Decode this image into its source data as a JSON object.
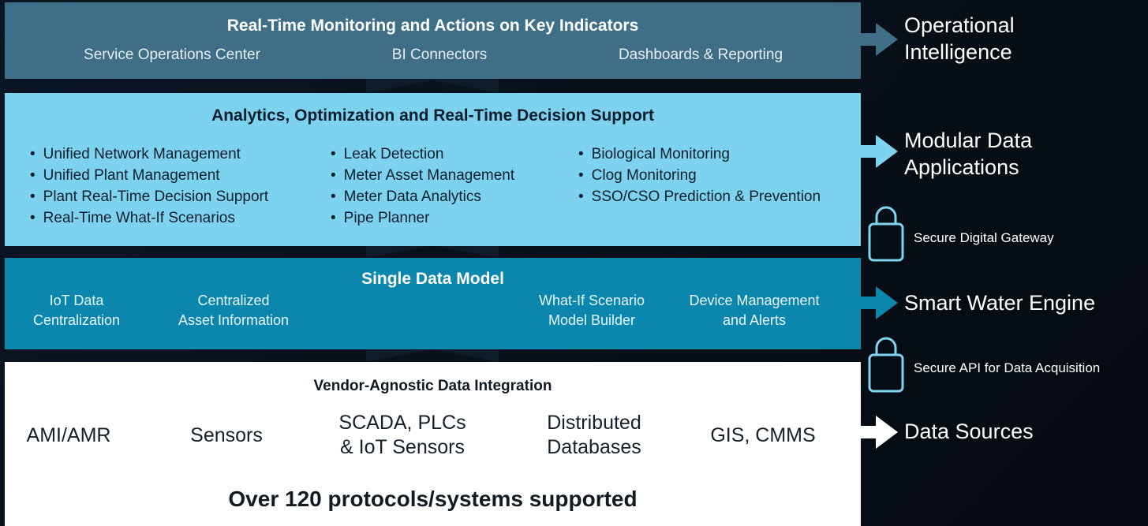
{
  "layers": {
    "operational": {
      "title": "Real-Time Monitoring and Actions on Key Indicators",
      "items": [
        "Service Operations Center",
        "BI Connectors",
        "Dashboards & Reporting"
      ]
    },
    "analytics": {
      "title": "Analytics, Optimization and Real-Time Decision Support",
      "col1": [
        "Unified Network Management",
        "Unified Plant Management",
        "Plant Real-Time Decision Support",
        "Real-Time What-If Scenarios"
      ],
      "col2": [
        "Leak Detection",
        "Meter Asset Management",
        "Meter Data Analytics",
        "Pipe Planner"
      ],
      "col3": [
        "Biological Monitoring",
        "Clog Monitoring",
        "SSO/CSO Prediction & Prevention"
      ]
    },
    "data_model": {
      "title": "Single Data Model",
      "items": [
        {
          "line1": "IoT Data",
          "line2": "Centralization"
        },
        {
          "line1": "Centralized",
          "line2": "Asset Information"
        },
        {
          "line1": "What-If Scenario",
          "line2": "Model Builder"
        },
        {
          "line1": "Device Management",
          "line2": "and Alerts"
        }
      ]
    },
    "integration": {
      "title": "Vendor-Agnostic Data Integration",
      "sources": [
        {
          "line1": "AMI/AMR",
          "line2": ""
        },
        {
          "line1": "Sensors",
          "line2": ""
        },
        {
          "line1": "SCADA, PLCs",
          "line2": "& IoT Sensors"
        },
        {
          "line1": "Distributed",
          "line2": "Databases"
        },
        {
          "line1": "GIS, CMMS",
          "line2": ""
        }
      ],
      "footer": "Over 120 protocols/systems supported"
    }
  },
  "side": {
    "operational": {
      "line1": "Operational",
      "line2": "Intelligence"
    },
    "modular": {
      "line1": "Modular Data",
      "line2": "Applications"
    },
    "gateway": "Secure Digital Gateway",
    "engine": "Smart Water Engine",
    "api": "Secure API for Data Acquisition",
    "sources": "Data Sources"
  },
  "colors": {
    "operational_layer": "#3f6f87",
    "analytics_layer": "#7dd3ef",
    "data_model_layer": "#0b86ad",
    "integration_layer": "#ffffff",
    "lock_outline": "#7fd4f2"
  },
  "icons": [
    "arrow-right-icon",
    "lock-icon",
    "chevron-up-icon"
  ]
}
